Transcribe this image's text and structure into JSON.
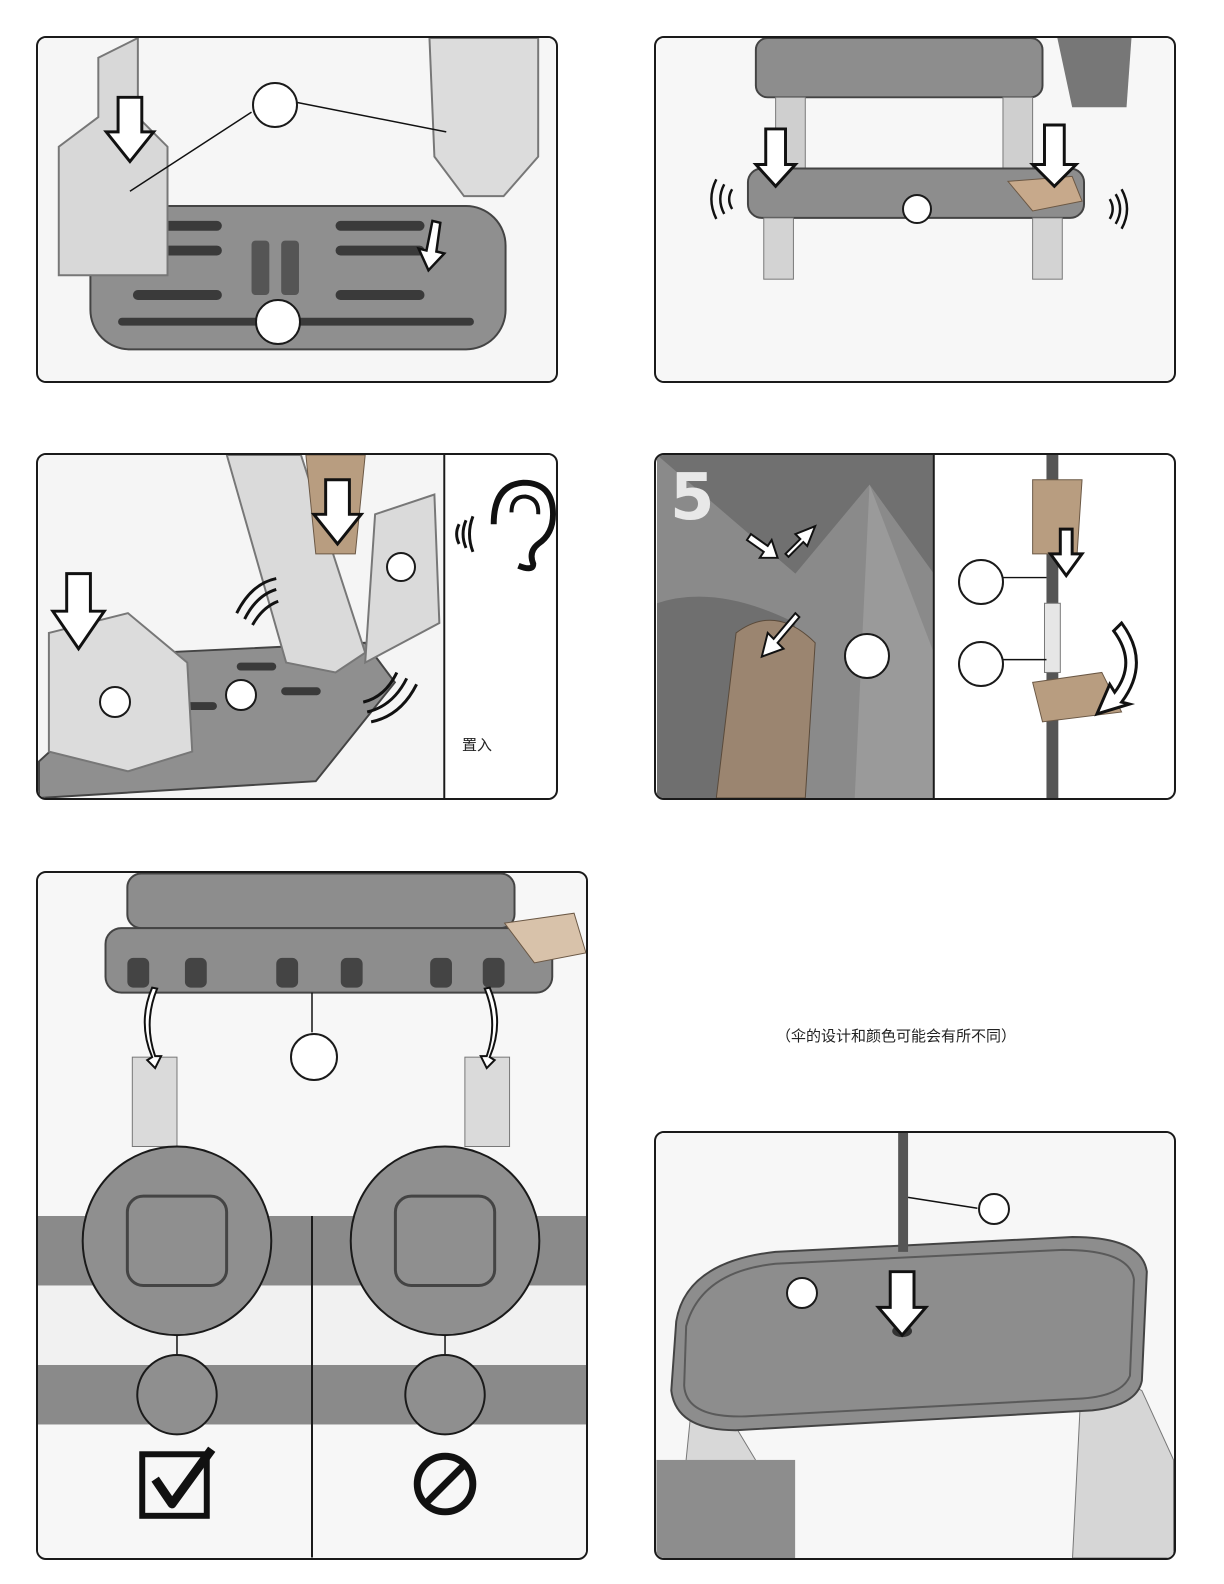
{
  "panels": {
    "p3": {
      "insert_label": "置入"
    },
    "p4": {
      "step_number": "5"
    }
  },
  "note": "（伞的设计和颜色可能会有所不同）",
  "colors": {
    "frame": "#1a1a1a",
    "bench": "#8f8f8f",
    "leg": "#d6d6d6",
    "pole": "#555555"
  }
}
